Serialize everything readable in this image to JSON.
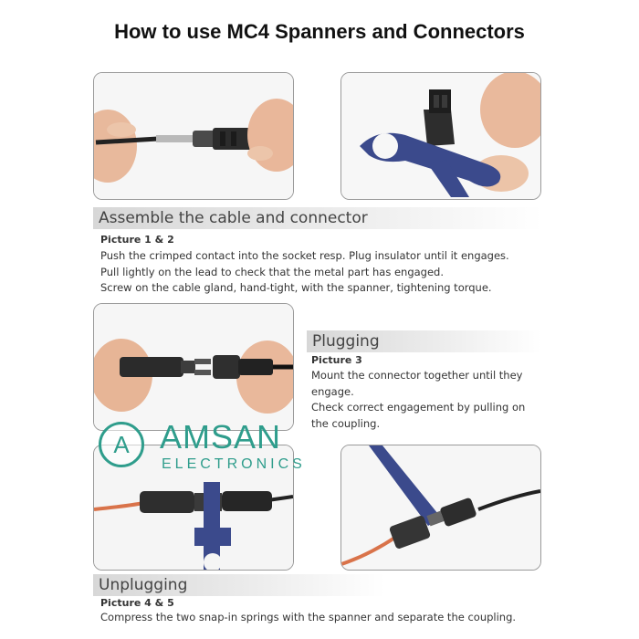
{
  "title": "How to use MC4 Spanners and Connectors",
  "section1": {
    "heading": "Assemble the cable and connector",
    "picture_label": "Picture 1 & 2",
    "lines": [
      "Push the crimped contact into the socket resp. Plug insulator until it engages.",
      "Pull lightly on the lead to check that the metal part has engaged.",
      "Screw on the cable gland, hand-tight, with the spanner, tightening torque."
    ]
  },
  "section2": {
    "heading": "Plugging",
    "picture_label": "Picture 3",
    "lines": [
      "Mount the connector together until they",
      "engage.",
      "Check correct engagement by pulling on",
      "the coupling."
    ]
  },
  "section3": {
    "heading": "Unplugging",
    "picture_label": "Picture 4 & 5",
    "lines": [
      "Compress the two snap-in springs with the spanner and separate the coupling."
    ]
  },
  "watermark": {
    "letter": "A",
    "name": "AMSAN",
    "sub": "ELECTRONICS"
  },
  "colors": {
    "brand": "#2f9d8c",
    "spanner": "#3b4a8c",
    "cable_orange": "#d9734a"
  }
}
